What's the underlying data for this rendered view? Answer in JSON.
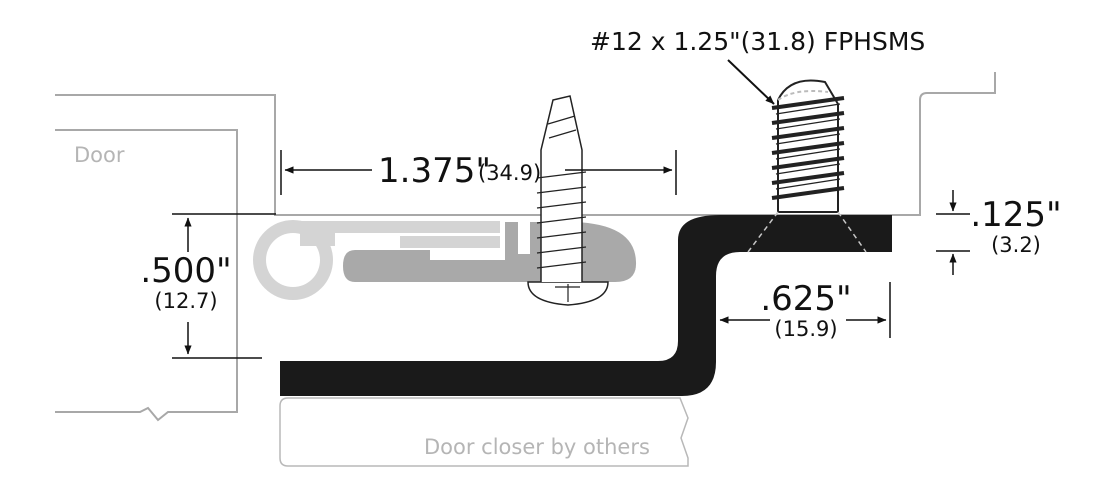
{
  "labels": {
    "door": "Door",
    "door_closer": "Door closer by others",
    "screw_callout": "#12 x 1.25\"(31.8) FPHSMS"
  },
  "dimensions": {
    "width_main": {
      "imperial": "1.375\"",
      "metric": "(34.9)"
    },
    "height_left": {
      "imperial": ".500\"",
      "metric": "(12.7)"
    },
    "flange_right": {
      "imperial": ".625\"",
      "metric": "(15.9)"
    },
    "thickness_right": {
      "imperial": ".125\"",
      "metric": "(3.2)"
    }
  },
  "colors": {
    "profile_dark": "#1a1a1a",
    "profile_light": "#d4d4d4",
    "profile_mid": "#a9a9a9",
    "outline_gray": "#9a9a9a",
    "dim_line": "#111111"
  }
}
